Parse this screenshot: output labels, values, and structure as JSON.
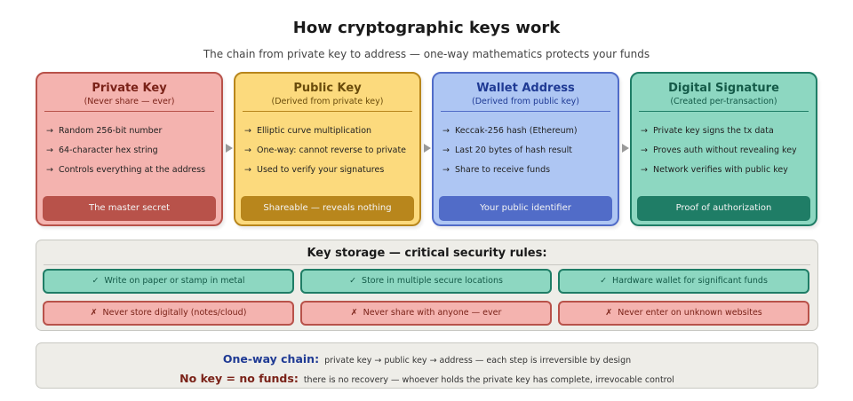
{
  "header": {
    "title": "How cryptographic keys work",
    "subtitle": "The chain from private key to address — one-way mathematics protects your funds"
  },
  "colors": {
    "private": "#b8524a",
    "public": "#b8861c",
    "address": "#516cc8",
    "signature": "#1f7d66",
    "panel_bg": "#eeede8"
  },
  "arrow_glyph": "→",
  "cards": [
    {
      "title": "Private Key",
      "subtitle": "(Never share — ever)",
      "items": [
        "Random 256-bit number",
        "64-character hex string",
        "Controls everything at the address"
      ],
      "footer": "The master secret"
    },
    {
      "title": "Public Key",
      "subtitle": "(Derived from private key)",
      "items": [
        "Elliptic curve multiplication",
        "One-way: cannot reverse to private",
        "Used to verify your signatures"
      ],
      "footer": "Shareable — reveals nothing"
    },
    {
      "title": "Wallet Address",
      "subtitle": "(Derived from public key)",
      "items": [
        "Keccak-256 hash (Ethereum)",
        "Last 20 bytes of hash result",
        "Share to receive funds"
      ],
      "footer": "Your public identifier"
    },
    {
      "title": "Digital Signature",
      "subtitle": "(Created per-transaction)",
      "items": [
        "Private key signs the tx data",
        "Proves auth without revealing key",
        "Network verifies with public key"
      ],
      "footer": "Proof of authorization"
    }
  ],
  "storage": {
    "title": "Key storage — critical security rules:",
    "do_mark": "✓",
    "dont_mark": "✗",
    "dos": [
      "Write on paper or stamp in metal",
      "Store in multiple secure locations",
      "Hardware wallet for significant funds"
    ],
    "donts": [
      "Never store digitally (notes/cloud)",
      "Never share with anyone — ever",
      "Never enter on unknown websites"
    ]
  },
  "chain": {
    "line1_label": "One-way chain:",
    "line1_text": "private key → public key → address — each step is irreversible by design",
    "line2_label": "No key = no funds:",
    "line2_text": "there is no recovery — whoever holds the private key has complete, irrevocable control"
  }
}
